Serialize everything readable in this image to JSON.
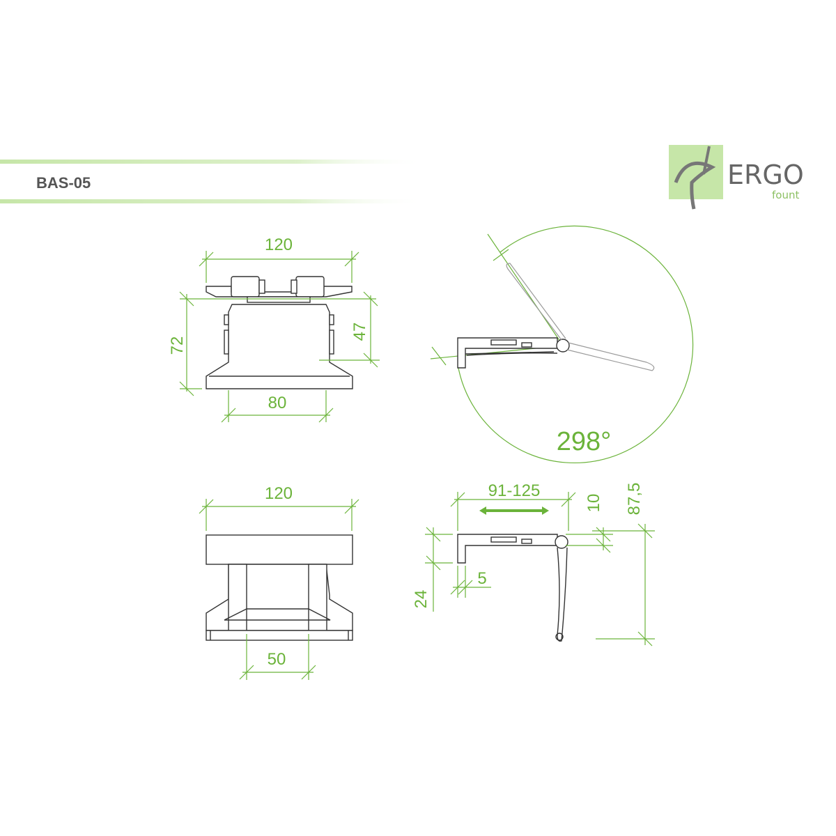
{
  "header": {
    "model": "BAS-05"
  },
  "logo": {
    "name": "ERGO",
    "sub": "fount",
    "icon": "ergofount-figure-icon",
    "colors": {
      "bg": "#c6e6a8",
      "text": "#666666",
      "sub": "#8cc063"
    }
  },
  "colors": {
    "dimension": "#6bb33a",
    "outline": "#333333",
    "band": "#c6e6a8"
  },
  "views": {
    "top_view": {
      "width_label": "120",
      "height_label": "72",
      "inner_height_label": "47",
      "base_label": "80"
    },
    "side_rotation": {
      "angle_label": "298°"
    },
    "front_view": {
      "width_label": "120",
      "base_label": "50"
    },
    "side_view": {
      "range_label": "91-125",
      "thickness_label": "10",
      "total_height_label": "87,5",
      "clip_label": "5",
      "depth_label": "24"
    }
  }
}
